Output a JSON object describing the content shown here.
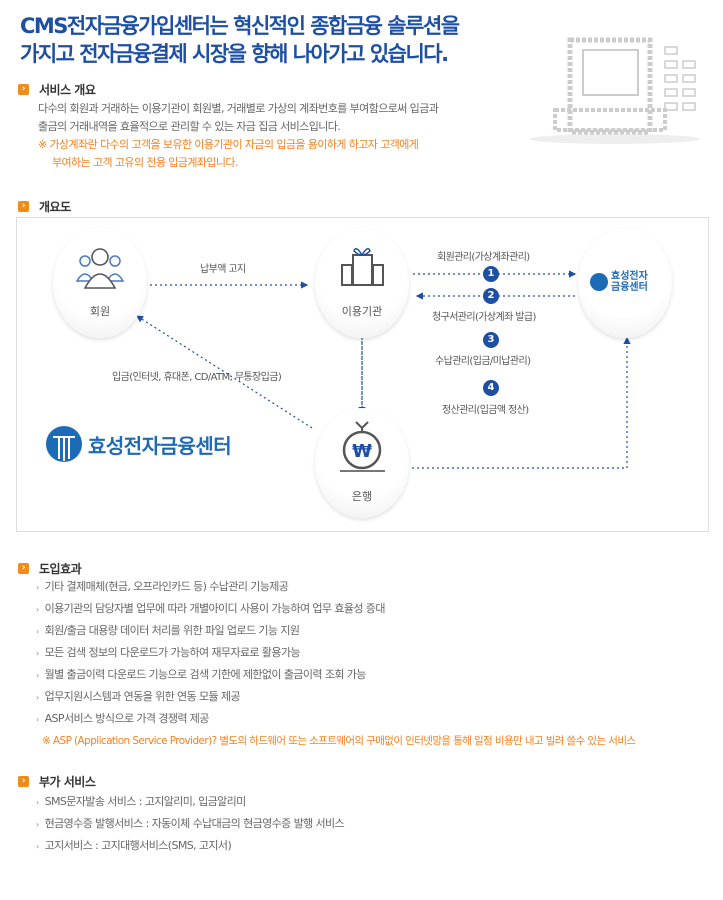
{
  "header": {
    "title_line1": "CMS전자금융가입센터는 혁신적인 종합금융 솔루션을",
    "title_line2": "가지고 전자금융결제 시장을 향해 나아가고 있습니다."
  },
  "overview": {
    "heading": "서비스 개요",
    "line1": "다수의 회원과 거래하는 이용기관이 회원별, 거래별로 가상의 계좌번호를 부여함으로써 입금과",
    "line2": "출금의 거래내역을 효율적으로 관리할 수 있는 자금 집금 서비스입니다.",
    "note1": "※ 가상계좌란 다수의 고객을 보유한 이용기관이 자금의 입금을 용이하게 하고자 고객에게",
    "note2": "부여하는 고객 고유의 전용 입금계좌입니다."
  },
  "diagram": {
    "heading": "개요도",
    "member": "회원",
    "org": "이용기관",
    "bank": "은행",
    "center": "효성전자\n금융센터",
    "center_l1": "효성전자",
    "center_l2": "금융센터",
    "notice": "납부액 고지",
    "deposit": "입금(인터넷, 휴대폰, CD/ATM, 무통장입금)",
    "steps": [
      {
        "n": "1",
        "label": "회원관리(가상계좌관리)"
      },
      {
        "n": "2",
        "label": "청구서관리(가상계좌 발급)"
      },
      {
        "n": "3",
        "label": "수납관리(입금/미납관리)"
      },
      {
        "n": "4",
        "label": "정산관리(입금액 정산)"
      }
    ],
    "logo": "효성전자금융센터"
  },
  "effects": {
    "heading": "도입효과",
    "items": [
      "기타 결제매체(현금, 오프라인카드 등) 수납관리 기능제공",
      "이용기관의 담당자별 업무에 따라 개별아이디 사용이 가능하여 업무 효율성 증대",
      "회원/출금 대용량 데이터 처리를 위한 파일 업로드 기능 지원",
      "모든 검색 정보의 다운로드가 가능하여 재무자료로 활용가능",
      "월별 출금이력 다운로드 기능으로 검색 기한에 제한없이 출금이력 조회 가능",
      "업무지원시스템과 연동을 위한 연동 모듈 제공",
      "ASP서비스 방식으로 가격 경쟁력 제공"
    ],
    "note": "※ ASP (Application Service Provider)? 별도의 하드웨어 또는 소프트웨어의 구매없이 인터넷망을 통해 일정 비용만 내고 빌려 쓸수 있는 서비스"
  },
  "extra": {
    "heading": "부가 서비스",
    "items": [
      "SMS문자발송 서비스 : 고지알리미, 입금알리미",
      "현금영수증 발행서비스 : 자동이체 수납대금의 현금영수증 발행 서비스",
      "고지서비스 : 고지대행서비스(SMS, 고지서)"
    ]
  },
  "colors": {
    "brand": "#1d4fa3",
    "accent": "#f58220"
  }
}
